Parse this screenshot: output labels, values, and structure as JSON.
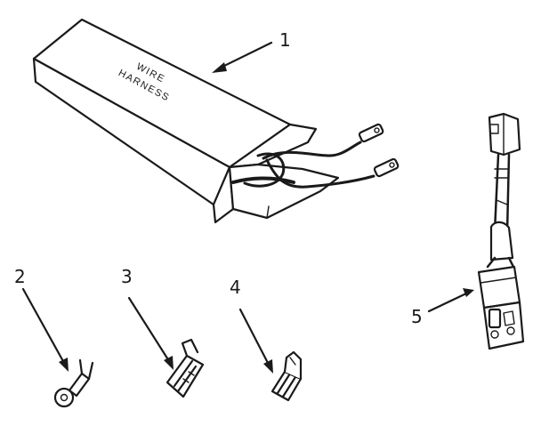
{
  "callouts": {
    "part1": "1",
    "part2": "2",
    "part3": "3",
    "part4": "4",
    "part5": "5"
  },
  "box_label": {
    "line1": "WIRE",
    "line2": "HARNESS"
  },
  "colors": {
    "ink": "#1a1a1a",
    "background": "#ffffff"
  }
}
